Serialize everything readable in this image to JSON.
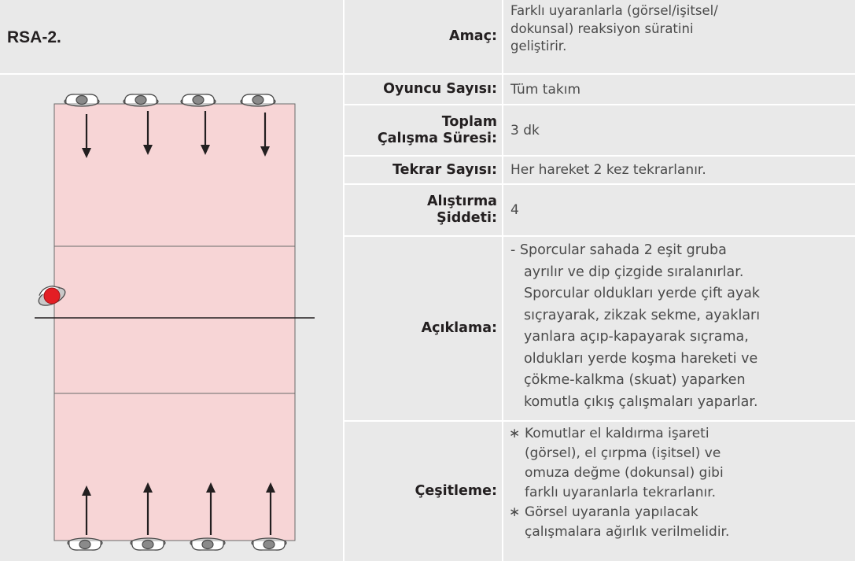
{
  "header": {
    "title": "RSA-2."
  },
  "colors": {
    "row_bg": "#e9e9e9",
    "court_fill": "#f7d5d6",
    "player_ball": "#e31e24",
    "text_dark": "#231f20",
    "text_value": "#4a4a4a"
  },
  "rows": {
    "amac": {
      "label": "Amaç:",
      "value_lines": [
        "Farklı uyaranlarla (görsel/işitsel/",
        "dokunsal) reaksiyon süratini",
        "geliştirir."
      ]
    },
    "oyuncu": {
      "label": "Oyuncu Sayısı:",
      "value": "Tüm takım"
    },
    "sure": {
      "label_lines": [
        "Toplam",
        "Çalışma Süresi:"
      ],
      "value": "3 dk"
    },
    "tekrar": {
      "label": "Tekrar Sayısı:",
      "value": "Her hareket 2 kez tekrarlanır."
    },
    "siddet": {
      "label_lines": [
        "Alıştırma",
        "Şiddeti:"
      ],
      "value": "4"
    },
    "aciklama": {
      "label": "Açıklama:",
      "value_lines": [
        "- Sporcular sahada 2 eşit gruba",
        "ayrılır ve dip çizgide sıralanırlar.",
        "Sporcular oldukları yerde çift ayak",
        "sıçrayarak, zikzak sekme, ayakları",
        "yanlara açıp-kapayarak sıçrama,",
        "oldukları yerde koşma hareketi ve",
        "çökme-kalkma (skuat) yaparken",
        "komutla çıkış çalışmaları yaparlar."
      ]
    },
    "cesitleme": {
      "label": "Çeşitleme:",
      "items": [
        {
          "bullet": "∗",
          "lines": [
            "Komutlar el kaldırma işareti",
            "(görsel), el çırpma (işitsel) ve",
            "omuza değme (dokunsal) gibi",
            "farklı uyaranlarla tekrarlanır."
          ]
        },
        {
          "bullet": "∗",
          "lines": [
            "Görsel uyaranla yapılacak",
            "çalışmalara ağırlık verilmelidir."
          ]
        }
      ]
    }
  },
  "diagram": {
    "icons": [
      "player-icon",
      "arrow-down-icon",
      "arrow-up-icon",
      "ball-icon",
      "net-line"
    ]
  }
}
